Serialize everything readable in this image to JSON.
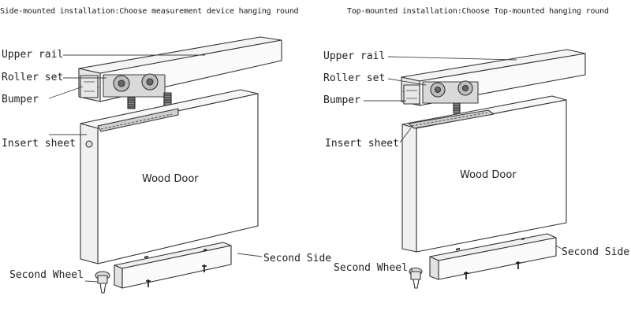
{
  "left_panel": {
    "title": "Side-mounted installation:Choose measurement device hanging round",
    "labels": {
      "upper_rail": "Upper rail",
      "roller_set": "Roller set",
      "bumper": "Bumper",
      "insert_sheet": "Insert sheet",
      "wood_door": "Wood Door",
      "second_side": "Second Side",
      "second_wheel": "Second Wheel"
    }
  },
  "right_panel": {
    "title": "Top-mounted installation:Choose Top-mounted hanging round",
    "labels": {
      "upper_rail": "Upper rail",
      "roller_set": "Roller set",
      "bumper": "Bumper",
      "insert_sheet": "Insert sheet",
      "wood_door": "Wood Door",
      "second_side": "Second Side",
      "second_wheel": "Second Wheel"
    }
  }
}
